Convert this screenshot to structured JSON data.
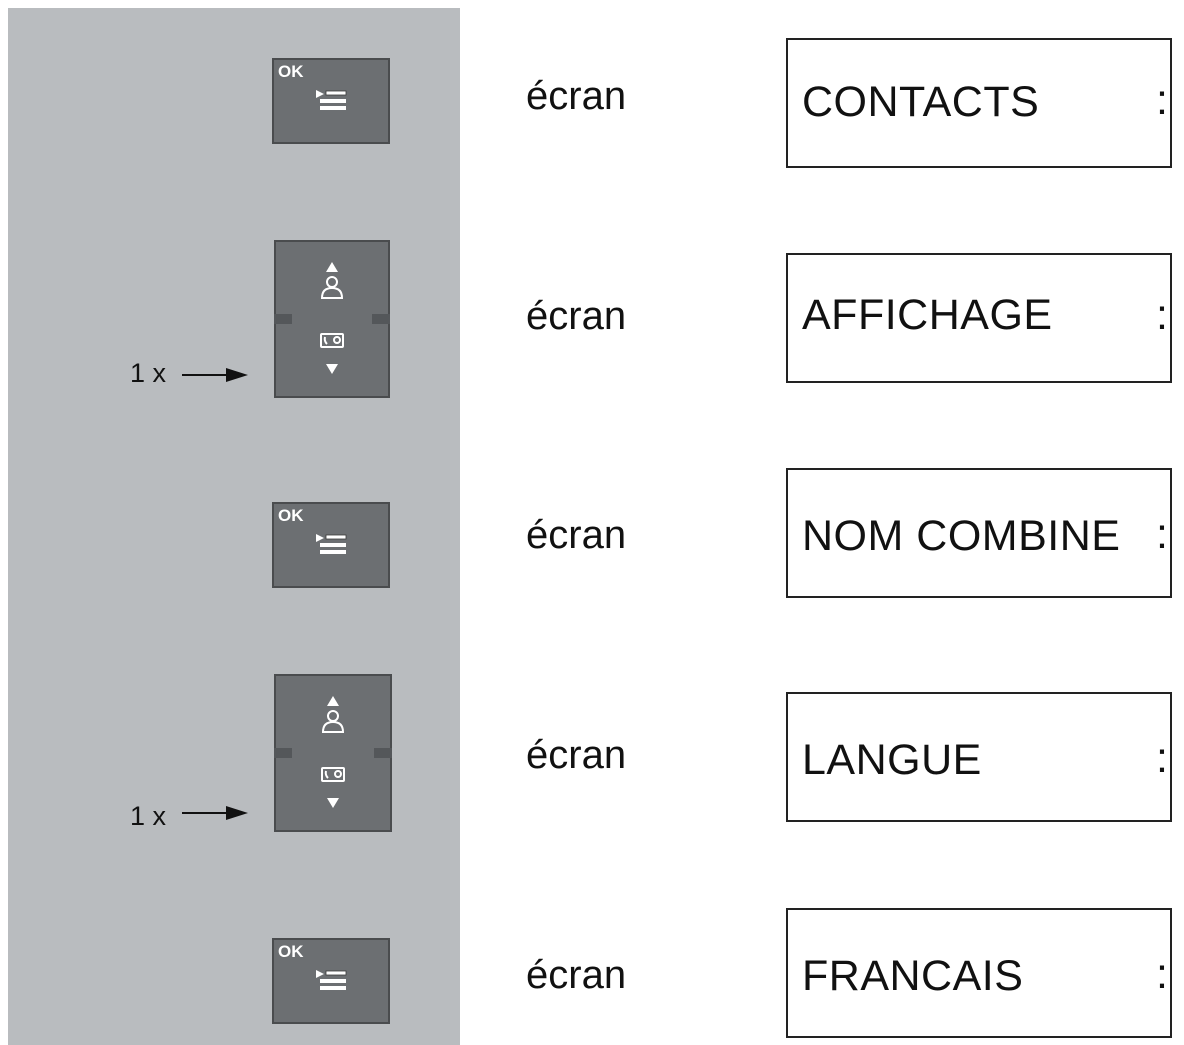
{
  "panel_color": "#b9bcbf",
  "key_color": "#6c6f72",
  "steps": [
    {
      "key": "ok-menu-key",
      "ok_label": "OK",
      "screen_word": "écran",
      "display_text": "CONTACTS",
      "display_suffix": ":"
    },
    {
      "key": "navigation-key",
      "count_label": "1 x",
      "screen_word": "écran",
      "display_text": "AFFICHAGE",
      "display_suffix": ":"
    },
    {
      "key": "ok-menu-key",
      "ok_label": "OK",
      "screen_word": "écran",
      "display_text": "NOM COMBINE",
      "display_suffix": ":"
    },
    {
      "key": "navigation-key",
      "count_label": "1 x",
      "screen_word": "écran",
      "display_text": "LANGUE",
      "display_suffix": ":"
    },
    {
      "key": "ok-menu-key",
      "ok_label": "OK",
      "screen_word": "écran",
      "display_text": "FRANCAIS",
      "display_suffix": ":"
    }
  ],
  "icons": {
    "ok_key": "menu-list-icon",
    "nav_up": "up-triangle-icon",
    "nav_contacts": "contacts-person-icon",
    "nav_calls": "call-log-icon",
    "nav_down": "down-triangle-icon"
  }
}
